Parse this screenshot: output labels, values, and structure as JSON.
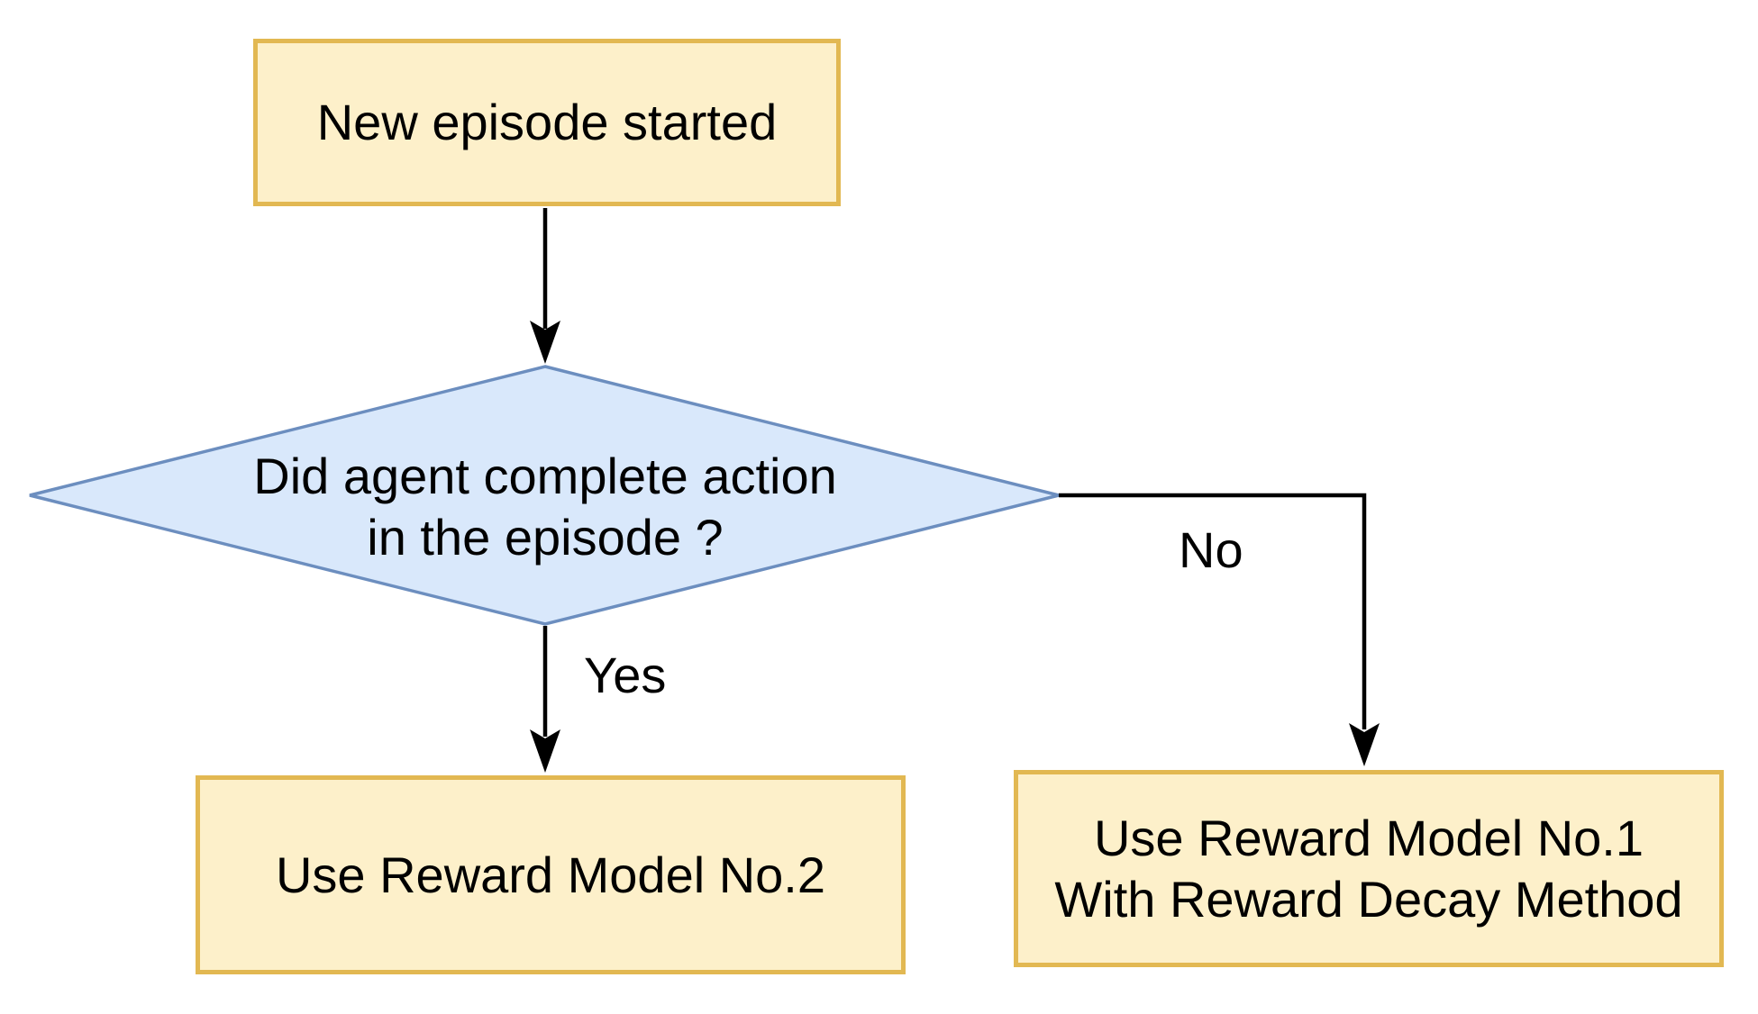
{
  "diagram": {
    "nodes": {
      "start": {
        "label": "New episode started"
      },
      "decision": {
        "line1": "Did agent complete action",
        "line2": "in the episode ?"
      },
      "outcome_yes": {
        "label": "Use Reward Model No.2"
      },
      "outcome_no": {
        "line1": "Use Reward Model No.1",
        "line2": "With Reward Decay Method"
      }
    },
    "edges": {
      "yes": {
        "label": "Yes"
      },
      "no": {
        "label": "No"
      }
    },
    "colors": {
      "background": "#FFFFFF",
      "process_fill": "#FDF0CA",
      "process_border": "#E2B852",
      "decision_fill": "#D9E8FB",
      "decision_border": "#6C8EBF",
      "connector": "#000000",
      "text": "#000000"
    }
  }
}
